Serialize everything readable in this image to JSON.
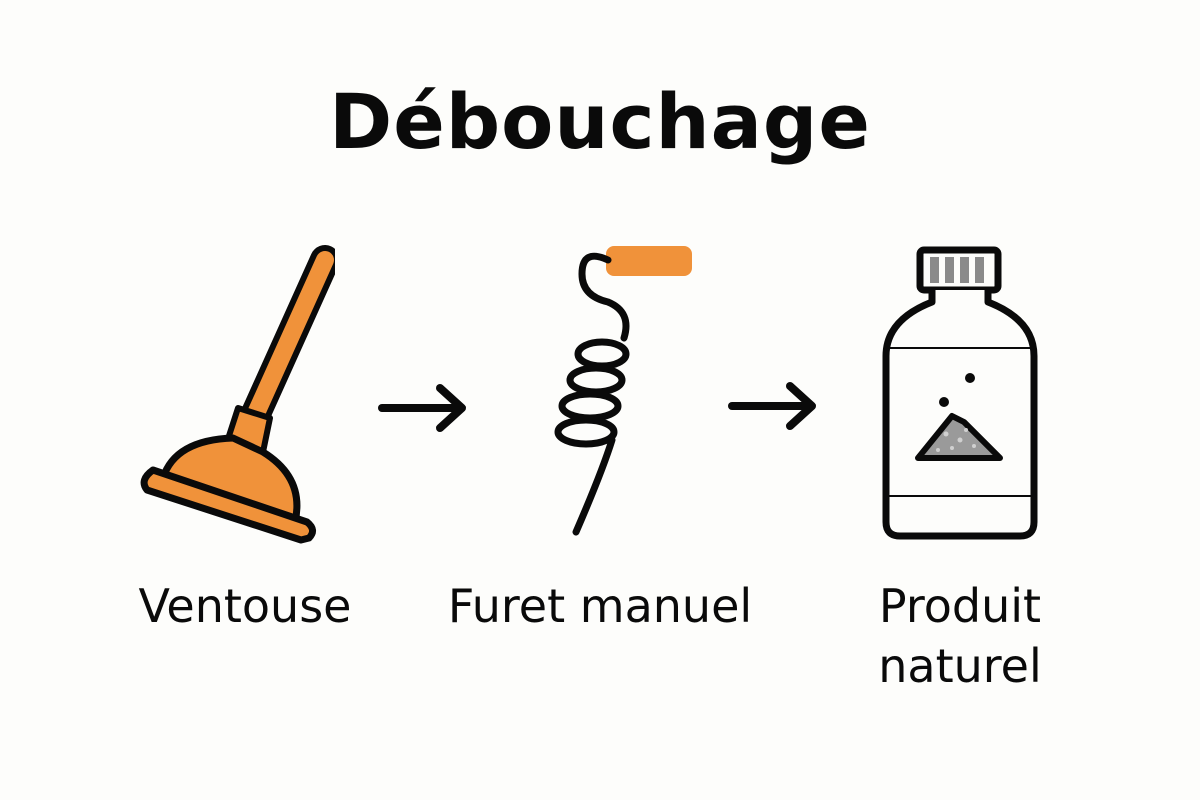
{
  "title": "Débouchage",
  "steps": [
    {
      "label": "Ventouse",
      "icon": "plunger-icon"
    },
    {
      "label": "Furet manuel",
      "icon": "drain-snake-icon"
    },
    {
      "label": "Produit\nnaturel",
      "icon": "bottle-icon"
    }
  ],
  "arrows": [
    "arrow-right-icon",
    "arrow-right-icon"
  ],
  "colors": {
    "accent": "#f0923a",
    "outline": "#0a0a0a",
    "cap": "#8a8a8a",
    "powder": "#9a9a9a",
    "background": "#fdfdfb"
  }
}
